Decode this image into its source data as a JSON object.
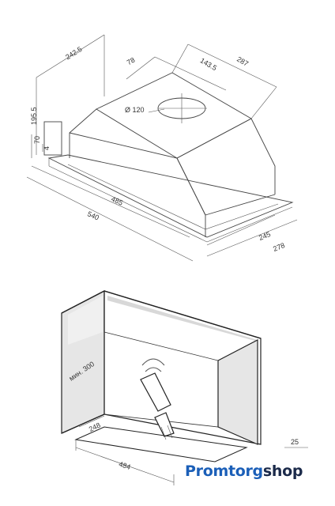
{
  "top_diagram": {
    "dimensions": {
      "depth_top": "242.5",
      "offset_78": "78",
      "offset_143": "143.5",
      "depth_287": "287",
      "height_195": "195.5",
      "height_70": "70",
      "height_4": "4",
      "duct_diameter": "Ø 120",
      "width_485": "485",
      "width_540": "540",
      "depth_245": "245",
      "depth_278": "278"
    }
  },
  "bottom_diagram": {
    "dimensions": {
      "min_height": "мин. 300",
      "depth_248": "248",
      "width_484": "484",
      "offset_25": "25"
    }
  },
  "brand": {
    "name_part1": "Promtorg",
    "name_part2": "shop"
  },
  "colors": {
    "line": "#444444",
    "wall_shade": "#e6e6e6",
    "brand_blue": "#1b5fb8",
    "brand_dark": "#1b2a4a"
  }
}
